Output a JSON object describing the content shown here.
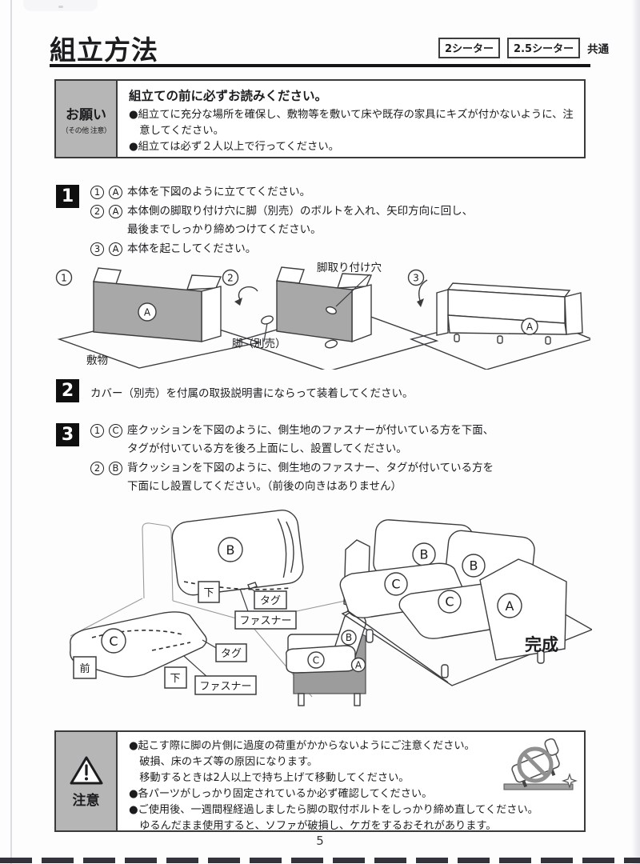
{
  "header": {
    "title": "組立方法",
    "seat_tag_1": "2シーター",
    "seat_tag_2": "2.5シーター",
    "common_label": "共通"
  },
  "request_box": {
    "side_label": "お願い",
    "side_sublabel": "（その他 注意）",
    "heading": "組立ての前に必ずお読みください。",
    "bullet_1": "●組立てに充分な場所を確保し、敷物等を敷いて床や既存の家具にキズが付かないように、注意してください。",
    "bullet_2": "●組立ては必ず２人以上で行ってください。"
  },
  "steps": {
    "step1": {
      "number": "1",
      "items": [
        {
          "num": "1",
          "part": "A",
          "text": "本体を下図のように立ててください。"
        },
        {
          "num": "2",
          "part": "A",
          "text": "本体側の脚取り付け穴に脚（別売）のボルトを入れ、矢印方向に回し、最後までしっかり締めつけてください。"
        },
        {
          "num": "3",
          "part": "A",
          "text": "本体を起こしてください。"
        }
      ]
    },
    "step2": {
      "number": "2",
      "text": "カバー（別売）を付属の取扱説明書にならって装着してください。"
    },
    "step3": {
      "number": "3",
      "items": [
        {
          "num": "1",
          "part": "C",
          "text": "座クッションを下図のように、側生地のファスナーが付いている方を下面、タグが付いている方を後ろ上面にし、設置してください。"
        },
        {
          "num": "2",
          "part": "B",
          "text": "背クッションを下図のように、側生地のファスナー、タグが付いている方を下面にし設置してください。（前後の向きはありません）"
        }
      ]
    }
  },
  "diagram1": {
    "panel1_num": "1",
    "panel2_num": "2",
    "panel3_num": "3",
    "part_label": "A",
    "mat_label": "敷物",
    "hole_label": "脚取り付け穴",
    "leg_label": "脚（別売）"
  },
  "diagram2": {
    "part_a": "A",
    "part_b": "B",
    "part_c": "C",
    "down_label": "下",
    "tag_label": "タグ",
    "fastener_label": "ファスナー",
    "front_label": "前",
    "complete_label": "完成"
  },
  "caution_box": {
    "side_label": "注意",
    "lines": [
      "●起こす際に脚の片側に過度の荷重がかからないようにご注意ください。",
      "破損、床のキズ等の原因になります。",
      "移動するときは2人以上で持ち上げて移動してください。",
      "●各パーツがしっかり固定されているか必ず確認してください。",
      "●ご使用後、一週間程経過しましたら脚の取付ボルトをしっかり締め直してください。",
      "ゆるんだまま使用すると、ソファが破損し、ケガをするおそれがあります。"
    ]
  },
  "footer": {
    "page_number": "5"
  }
}
